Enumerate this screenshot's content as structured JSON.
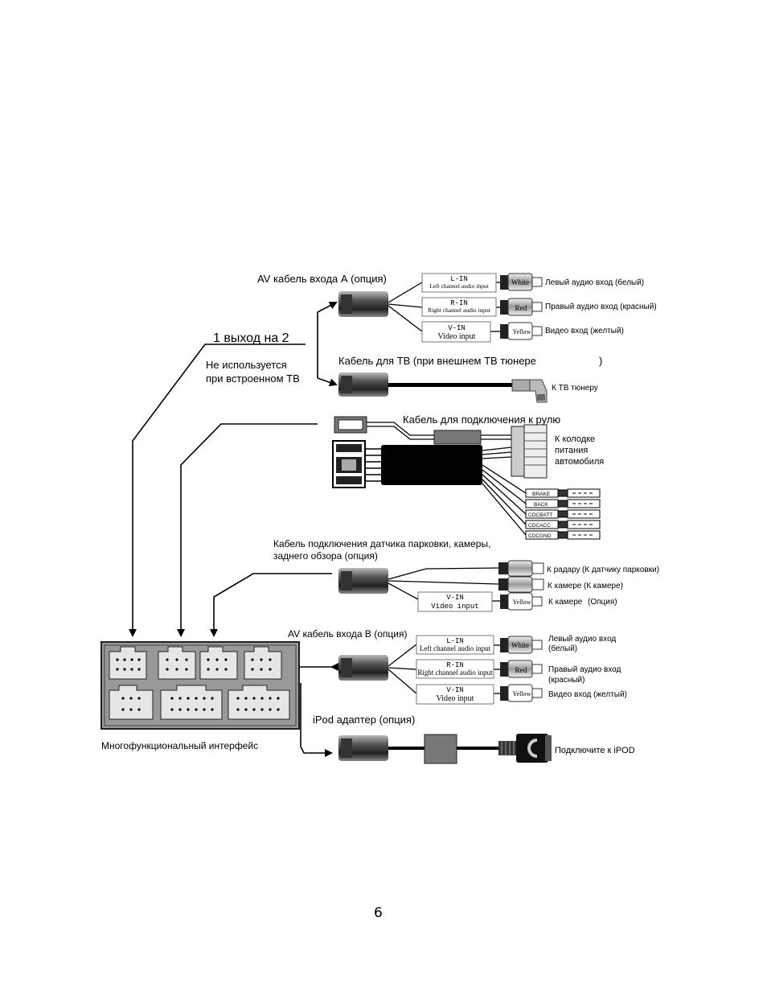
{
  "av_a": {
    "title": "AV кабель входа А (опция)",
    "boxes": [
      {
        "top": "L-IN",
        "bottom": "Left channel audio input",
        "plug": "White",
        "label": "Левый аудио вход (белый)"
      },
      {
        "top": "R-IN",
        "bottom": "Right channel audio input",
        "plug": "Red",
        "label": "Правый аудио вход (красный)"
      },
      {
        "top": "V-IN",
        "bottom": "Video input",
        "plug": "Yellow",
        "label": "Видео вход (желтый)"
      }
    ]
  },
  "one_out_two": "1 выход на  2",
  "not_used_1": "Не используется",
  "not_used_2": "при встроенном ТВ",
  "tv_cable": "Кабель для ТВ (при внешнем ТВ тюнере",
  "tv_paren": ")",
  "tv_tuner": "К ТВ тюнеру",
  "steering": "Кабель для подключения к рулю",
  "power_1": "К колодке",
  "power_2": "питания",
  "power_3": "автомобиля",
  "wires": [
    "BRAKE",
    "BACK",
    "CDCBATT",
    "CDCACC",
    "CDCGND"
  ],
  "parking_1": "Кабель подключения датчика парковки, камеры,",
  "parking_2": "заднего обзора (опция)",
  "parking_outputs": {
    "radar": "К радару",
    "radar_note": "(К датчику парковки)",
    "camera": "К камере",
    "camera_note": "(К камере)",
    "video_top": "V-IN",
    "video_bottom": "Video input",
    "plug": "Yellow",
    "camera2": "К камере",
    "camera2_note": "(Опция)"
  },
  "av_b": {
    "title": "AV кабель входа В (опция)",
    "boxes": [
      {
        "top": "L-IN",
        "bottom": "Left channel audio input",
        "plug": "White",
        "label1": "Левый аудио вход",
        "label2": "(белый)"
      },
      {
        "top": "R-IN",
        "bottom": "Right channel audio input",
        "plug": "Red",
        "label1": "Правый аудио вход",
        "label2": "(красный)"
      },
      {
        "top": "V-IN",
        "bottom": "Video input",
        "plug": "Yellow",
        "label1": "Видео вход (желтый)",
        "label2": ""
      }
    ]
  },
  "ipod": "iPod адаптер (опция)",
  "ipod_connect": "Подключите к iPOD",
  "interface": "Многофункциональный интерфейс",
  "page_number": "6"
}
